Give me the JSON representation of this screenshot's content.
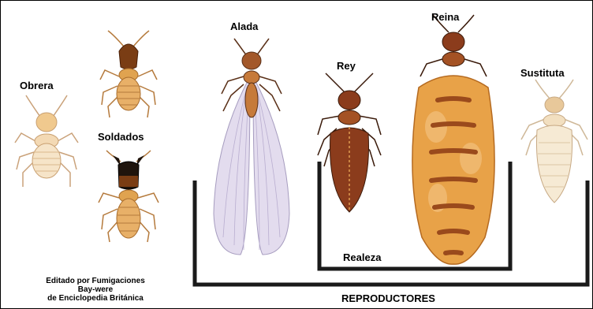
{
  "labels": {
    "worker": "Obrera",
    "soldiers": "Soldados",
    "alate": "Alada",
    "king": "Rey",
    "queen": "Reina",
    "substitute": "Sustituta",
    "royalty": "Realeza",
    "reproductives": "REPRODUCTORES"
  },
  "credit": {
    "line1": "Editado por Fumigaciones",
    "line2": "Bay-were",
    "line3": "de Enciclopedia Británica"
  },
  "colors": {
    "worker_body": "#f3d9b4",
    "soldier_body": "#e0a350",
    "soldier_head_brown": "#7a3d14",
    "soldier_head_black": "#1f140c",
    "alate_body": "#c67a3a",
    "wing": "#dcd3ea",
    "king_body": "#8b3c1c",
    "queen_abdomen": "#e8a248",
    "queen_band": "#9a4a1c",
    "substitute_body": "#f2dfc0",
    "bracket": "#1a1a1a"
  }
}
